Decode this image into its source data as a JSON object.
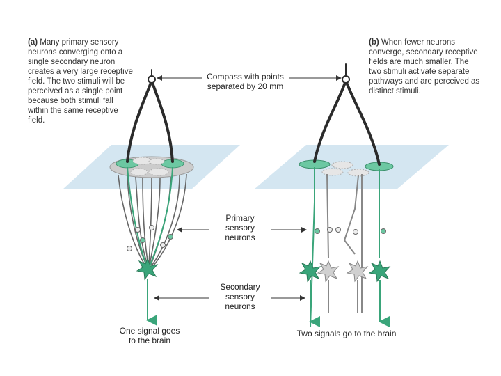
{
  "caption_a": {
    "letter": "(a)",
    "text": "Many primary sensory neurons converging onto a single secondary neuron creates a very large receptive field. The two stimuli will be perceived as a single point because both stimuli fall within the same receptive field."
  },
  "caption_b": {
    "letter": "(b)",
    "text": "When fewer neurons converge, secondary receptive fields are much smaller. The two stimuli activate separate pathways and are perceived as distinct stimuli."
  },
  "labels": {
    "compass_line1": "Compass with points",
    "compass_line2": "separated by 20 mm",
    "primary_line1": "Primary",
    "primary_line2": "sensory",
    "primary_line3": "neurons",
    "secondary_line1": "Secondary",
    "secondary_line2": "sensory",
    "secondary_line3": "neurons",
    "one_signal_line1": "One signal goes",
    "one_signal_line2": "to the brain",
    "two_signals": "Two signals go to the brain"
  },
  "colors": {
    "skin": "#cfe3ef",
    "green_field": "#6cc8a2",
    "grey_field": "#d9d9d9",
    "neuron_green": "#3aa57a",
    "neuron_grey": "#bdbdbd",
    "compass": "#2b2b2b",
    "axon": "#555555"
  }
}
